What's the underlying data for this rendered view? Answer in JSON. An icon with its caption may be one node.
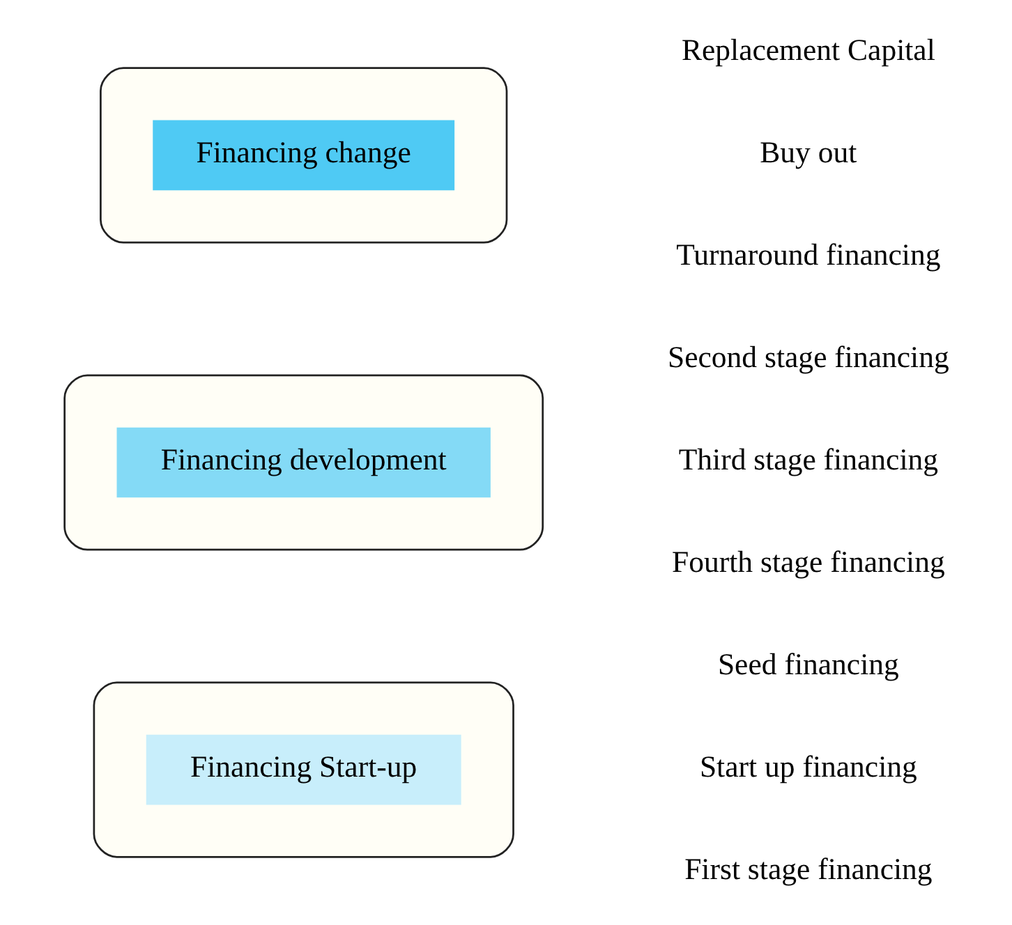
{
  "diagram": {
    "nodes": [
      {
        "text": [],
        "shape": "ellipse"
      },
      {
        "text": [
          "Financing Start-up"
        ],
        "in": 0
      },
      {
        "text": [],
        "shape": "ellipse"
      },
      {
        "text": [
          "Financing development"
        ],
        "in": 2
      },
      {
        "text": [],
        "shape": "ellipse"
      },
      {
        "text": [
          "Financing change"
        ],
        "in": 4
      }
    ],
    "edges": [],
    "labels": [
      "Seed financing",
      "Start up financing",
      "First stage financing",
      "Second stage financing",
      "Third stage financing",
      "Fourth stage financing",
      "Replacement Capital",
      "Buy out",
      "Turnaround financing"
    ]
  }
}
